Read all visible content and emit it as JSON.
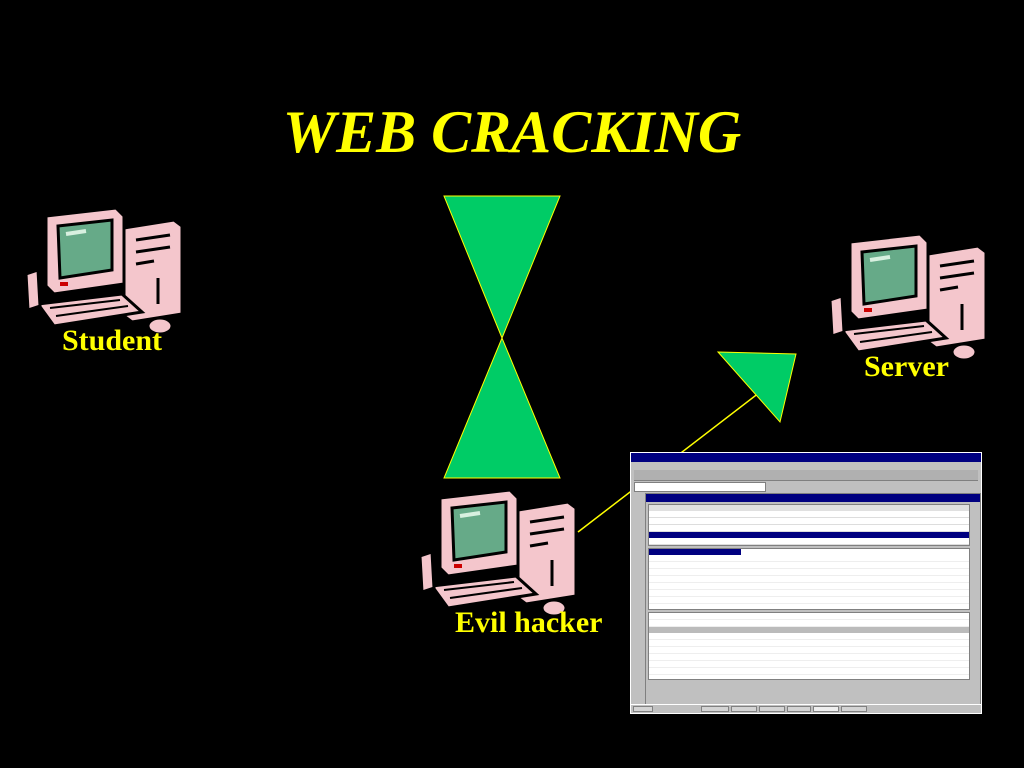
{
  "title": "WEB CRACKING",
  "labels": {
    "student": "Student",
    "server": "Server",
    "evil_hacker": "Evil hacker"
  },
  "colors": {
    "background": "#000000",
    "text": "#ffff00",
    "triangle_fill": "#00cc66",
    "triangle_stroke": "#ffff00",
    "line": "#ffff00",
    "monitor_case": "#f4c6cc",
    "monitor_screen": "#66aa88"
  },
  "icons": {
    "computer": "desktop-computer-icon",
    "capture": "packet-capture-screenshot"
  }
}
